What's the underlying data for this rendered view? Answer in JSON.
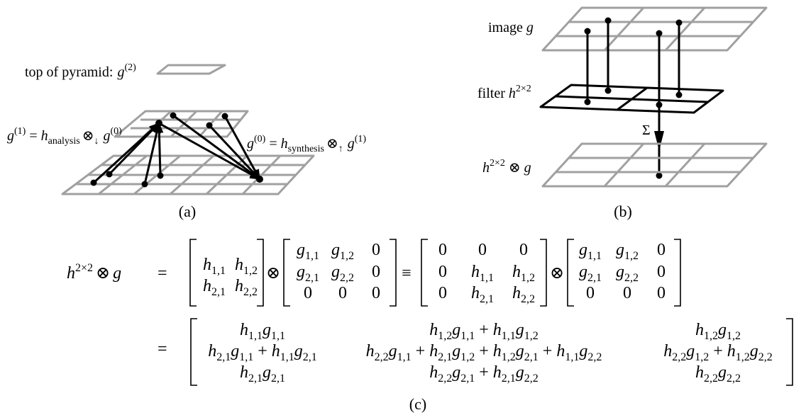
{
  "panel_a": {
    "caption": "(a)",
    "top_label": "top of pyramid:",
    "top_symbol": "g",
    "top_sup": "(2)",
    "left_eq": {
      "lhs": "g",
      "lhs_sup": "(1)",
      "eq": " = ",
      "h": "h",
      "h_sub": "analysis",
      "op": "⊗",
      "op_sub": "↓",
      "rhs": "g",
      "rhs_sup": "(0)"
    },
    "right_eq": {
      "lhs": "g",
      "lhs_sup": "(0)",
      "eq": " = ",
      "h": "h",
      "h_sub": "synthesis",
      "op": "⊗",
      "op_sub": "↑",
      "rhs": "g",
      "rhs_sup": "(1)"
    }
  },
  "panel_b": {
    "caption": "(b)",
    "image_label": "image ",
    "image_symbol": "g",
    "filter_label": "filter ",
    "filter_symbol": "h",
    "filter_sup": "2×2",
    "sum_symbol": "Σ",
    "result_h": "h",
    "result_sup": "2×2",
    "result_op": " ⊗ ",
    "result_g": "g"
  },
  "panel_c": {
    "caption": "(c)",
    "lhs_h": "h",
    "lhs_sup": "2×2",
    "lhs_op": "⊗",
    "lhs_g": "g",
    "eq1": "=",
    "eq2": "=",
    "otimes": "⊗",
    "equiv": "≡",
    "m_h": [
      [
        "h1,1",
        "h1,2"
      ],
      [
        "h2,1",
        "h2,2"
      ]
    ],
    "m_g": [
      [
        "g1,1",
        "g1,2",
        "0"
      ],
      [
        "g2,1",
        "g2,2",
        "0"
      ],
      [
        "0",
        "0",
        "0"
      ]
    ],
    "m_hpad": [
      [
        "0",
        "0",
        "0"
      ],
      [
        "0",
        "h1,1",
        "h1,2"
      ],
      [
        "0",
        "h2,1",
        "h2,2"
      ]
    ],
    "result": [
      [
        "h1,1g1,1",
        "h1,2g1,1 + h1,1g1,2",
        "h1,2g1,2"
      ],
      [
        "h2,1g1,1 + h1,1g2,1",
        "h2,2g1,1 + h2,1g1,2 + h1,2g2,1 + h1,1g2,2",
        "h2,2g1,2 + h1,2g2,2"
      ],
      [
        "h2,1g2,1",
        "h2,2g2,1 + h2,1g2,2",
        "h2,2g2,2"
      ]
    ]
  }
}
